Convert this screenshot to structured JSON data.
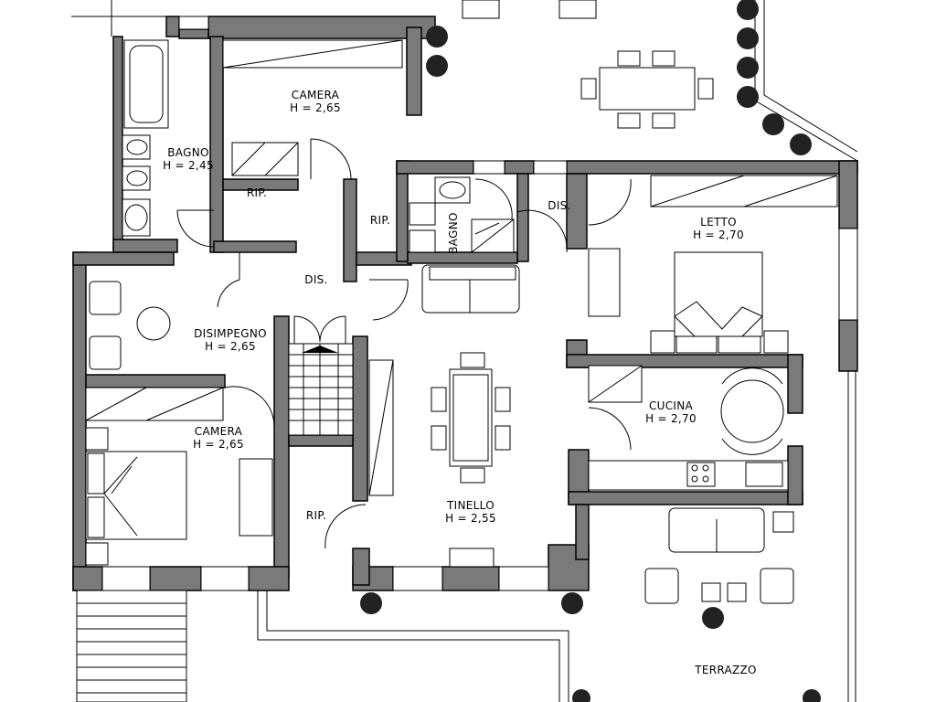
{
  "rooms": [
    {
      "id": "camera-top",
      "name": "CAMERA",
      "height": "H = 2,65"
    },
    {
      "id": "bagno-left",
      "name": "BAGNO",
      "height": "H = 2,45"
    },
    {
      "id": "rip-top-left",
      "name": "RIP.",
      "height": ""
    },
    {
      "id": "rip-top-mid",
      "name": "RIP.",
      "height": ""
    },
    {
      "id": "bagno-small",
      "name": "BAGNO",
      "height": ""
    },
    {
      "id": "dis-top",
      "name": "DIS.",
      "height": ""
    },
    {
      "id": "dis-mid",
      "name": "DIS.",
      "height": ""
    },
    {
      "id": "letto",
      "name": "LETTO",
      "height": "H = 2,70"
    },
    {
      "id": "disimpegno",
      "name": "DISIMPEGNO",
      "height": "H = 2,65"
    },
    {
      "id": "cucina",
      "name": "CUCINA",
      "height": "H = 2,70"
    },
    {
      "id": "camera-bottom",
      "name": "CAMERA",
      "height": "H = 2,65"
    },
    {
      "id": "rip-bottom",
      "name": "RIP.",
      "height": ""
    },
    {
      "id": "tinello",
      "name": "TINELLO",
      "height": "H = 2,55"
    },
    {
      "id": "terrazzo",
      "name": "TERRAZZO",
      "height": ""
    }
  ]
}
